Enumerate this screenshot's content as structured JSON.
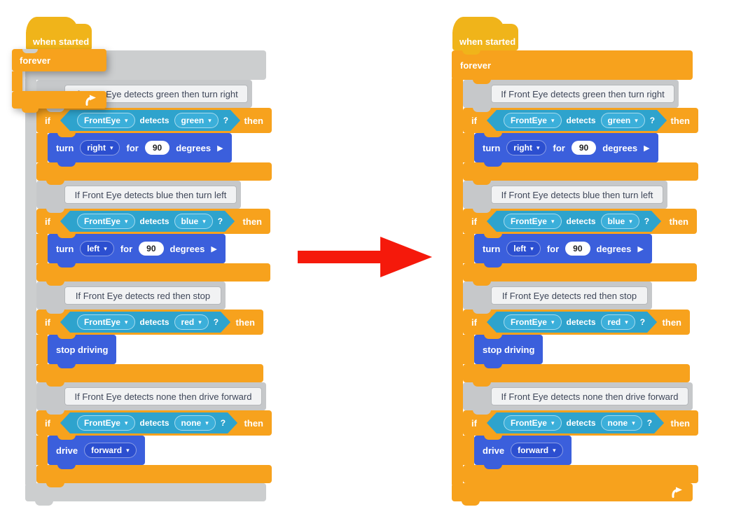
{
  "program": {
    "hat_label": "when started",
    "forever_label": "forever",
    "if_word": "if",
    "device": "FrontEye",
    "verb": "detects",
    "question": "?",
    "then_word": "then",
    "groups": [
      {
        "comment": "If Front Eye detects green then turn right",
        "value": "green",
        "action": {
          "turn_word": "turn",
          "direction": "right",
          "for_word": "for",
          "degrees_value": "90",
          "degrees_word": "degrees"
        }
      },
      {
        "comment": "If Front Eye detects blue then turn left",
        "value": "blue",
        "action": {
          "turn_word": "turn",
          "direction": "left",
          "for_word": "for",
          "degrees_value": "90",
          "degrees_word": "degrees"
        }
      },
      {
        "comment": "If Front Eye detects red then stop",
        "value": "red",
        "action": {
          "label": "stop driving"
        }
      },
      {
        "comment": "If Front Eye detects none then drive forward",
        "value": "none",
        "action": {
          "drive_word": "drive",
          "direction": "forward"
        }
      }
    ]
  },
  "icons": {
    "caret": "▾",
    "play": "▶"
  },
  "colors": {
    "hat": "#F0B41A",
    "control_orange": "#F7A21D",
    "sensing_cyan": "#54C1E6",
    "sensing_border": "#2EA3CD",
    "action_blue": "#3B5FDC",
    "ghost_gray": "#CCCECF",
    "comment_gray": "#C6C8CA",
    "comment_note": "#F1F2F3",
    "arrow_red": "#F5190B"
  }
}
